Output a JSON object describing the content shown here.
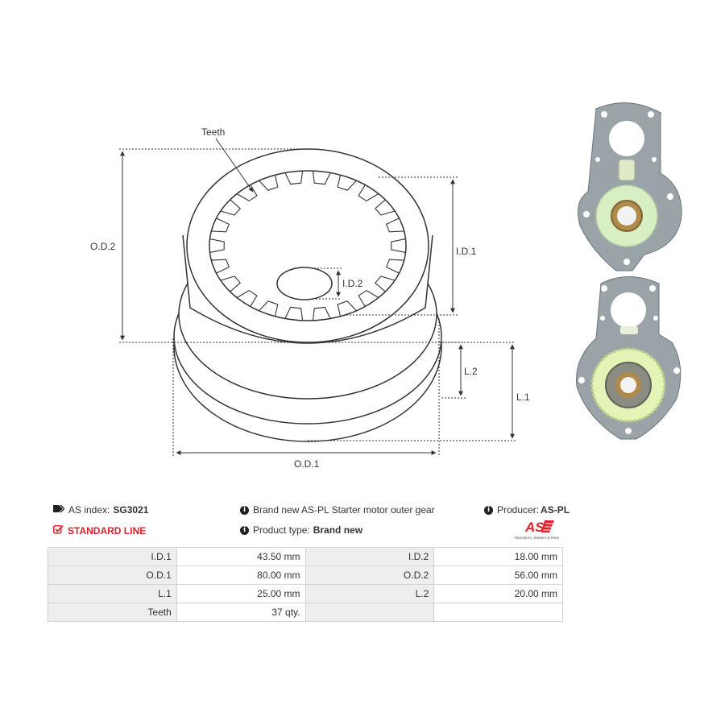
{
  "drawing": {
    "labels": {
      "teeth": "Teeth",
      "od2": "O.D.2",
      "id1": "I.D.1",
      "id2": "I.D.2",
      "l2": "L.2",
      "l1": "L.1",
      "od1": "O.D.1"
    }
  },
  "info": {
    "as_index_label": "AS index:",
    "as_index_value": "SG3021",
    "description": "Brand new AS-PL Starter motor outer gear",
    "producer_label": "Producer:",
    "producer_value": "AS-PL",
    "line": "STANDARD LINE",
    "product_type_label": "Product type:",
    "product_type_value": "Brand new",
    "logo_text": "AS",
    "logo_tagline": "Alternators, Starters & Parts"
  },
  "specs": {
    "rows": [
      {
        "l1": "I.D.1",
        "v1": "43.50 mm",
        "l2": "I.D.2",
        "v2": "18.00 mm"
      },
      {
        "l1": "O.D.1",
        "v1": "80.00 mm",
        "l2": "O.D.2",
        "v2": "56.00 mm"
      },
      {
        "l1": "L.1",
        "v1": "25.00 mm",
        "l2": "L.2",
        "v2": "20.00 mm"
      },
      {
        "l1": "Teeth",
        "v1": "37 qty.",
        "l2": "",
        "v2": ""
      }
    ]
  },
  "colors": {
    "accent_red": "#e0202a",
    "gear_green": "#d8efc4",
    "plate_gray": "#9aa3a8"
  }
}
